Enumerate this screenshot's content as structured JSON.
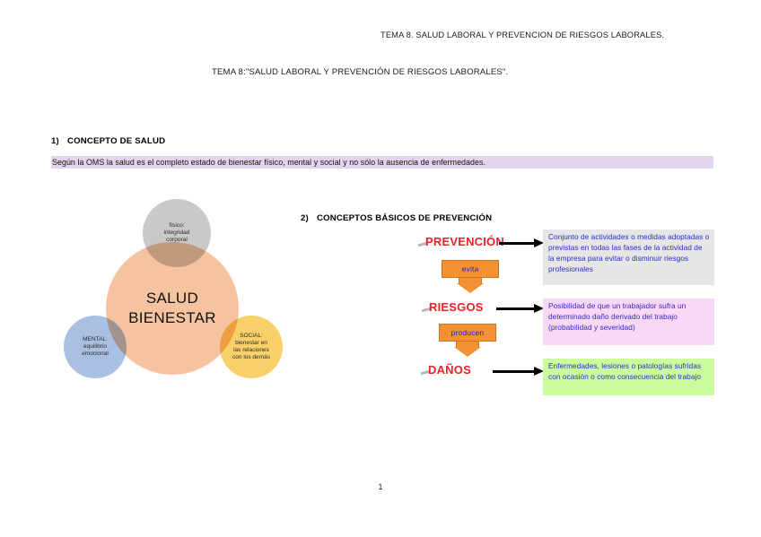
{
  "document": {
    "running_header": "TEMA 8. SALUD LABORAL Y PREVENCION DE RIESGOS LABORALES.",
    "title": "TEMA 8:\"SALUD LABORAL Y PREVENCIÓN DE RIESGOS LABORALES\".",
    "page_number": "1"
  },
  "sections": [
    {
      "number": "1)",
      "heading": "CONCEPTO DE SALUD",
      "highlighted_definition": "Según la OMS la salud es el completo estado de bienestar físico, mental y social y no sólo la ausencia de enfermedades.",
      "highlight_color": "#e3d4ed"
    },
    {
      "number": "2)",
      "heading": "CONCEPTOS BÁSICOS DE PREVENCIÓN"
    }
  ],
  "venn": {
    "center": {
      "label": "SALUD\nBIENESTAR",
      "line1": "SALUD",
      "line2": "BIENESTAR",
      "color": "#f5c3a0"
    },
    "circles": [
      {
        "id": "fisico",
        "line1": "físico:",
        "line2": "integridad",
        "line3": "corporal",
        "color": "#c9c9c9"
      },
      {
        "id": "mental",
        "line1": "MENTAL:",
        "line2": "equilibrio",
        "line3": "emocional",
        "color": "#a9c0e2"
      },
      {
        "id": "social",
        "line1": "SOCIAL:",
        "line2": "bienestar en",
        "line3": "las relaciones",
        "line4": "con los demás",
        "color": "#f9d06a"
      }
    ]
  },
  "flow": {
    "term_color": "#e8232a",
    "connector_color": "#000000",
    "steps": [
      {
        "term": "PREVENCIÓN",
        "definition": "Conjunto de actividades o medidas adoptadas  o previstas en todas las fases de la actividad de la empresa para evitar o disminuir riesgos profesionales",
        "box_color": "#e6e6e6"
      },
      {
        "term": "RIESGOS",
        "definition": "Posibilidad de que un trabajador sufra un determinado daño derivado del trabajo (probabilidad y severidad)",
        "box_color": "#fbd7f6"
      },
      {
        "term": "DAÑOS",
        "definition": "Enfermedades, lesiones o patologías sufridas con ocasión o como consecuencia del trabajo",
        "box_color": "#ccfc9b"
      }
    ],
    "connectors": [
      {
        "label": "evita",
        "color": "#f49232",
        "text_color": "#2222cc"
      },
      {
        "label": "producen",
        "color": "#f49232",
        "text_color": "#2222cc"
      }
    ]
  }
}
